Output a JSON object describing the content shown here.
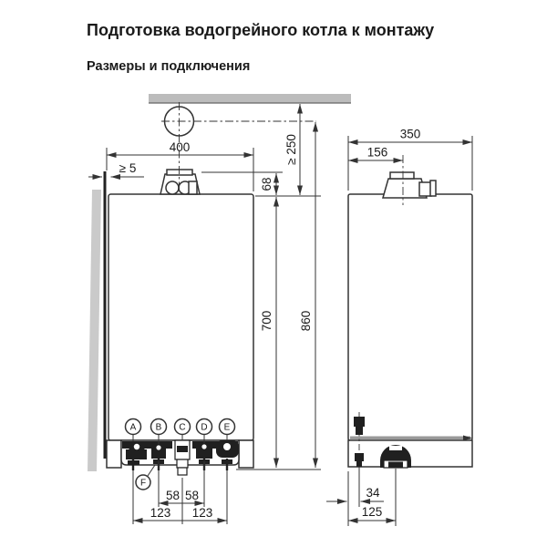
{
  "page": {
    "title": "Подготовка водогрейного котла к монтажу",
    "subtitle": "Размеры и подключения"
  },
  "dimensions": {
    "front": {
      "width": "400",
      "wall_clearance": "≥ 5",
      "top_clearance": "≥ 250",
      "flue_collar_height": "68",
      "body_height": "700",
      "flue_axis_height": "860",
      "port_spacing_left": "58",
      "port_spacing_right": "58",
      "port_pitch_left": "123",
      "port_pitch_right": "123"
    },
    "side": {
      "depth": "350",
      "flue_axis_offset": "156",
      "drain_valve_offset": "34",
      "trap_offset": "125"
    }
  },
  "connections": {
    "labels": [
      "A",
      "B",
      "C",
      "D",
      "E",
      "F"
    ]
  },
  "colors": {
    "line": "#333333",
    "fitting_dark": "#202020",
    "ceiling_gray": "#bcbcbc",
    "wall_shade": "#cacaca",
    "rail_gray": "#999999"
  }
}
